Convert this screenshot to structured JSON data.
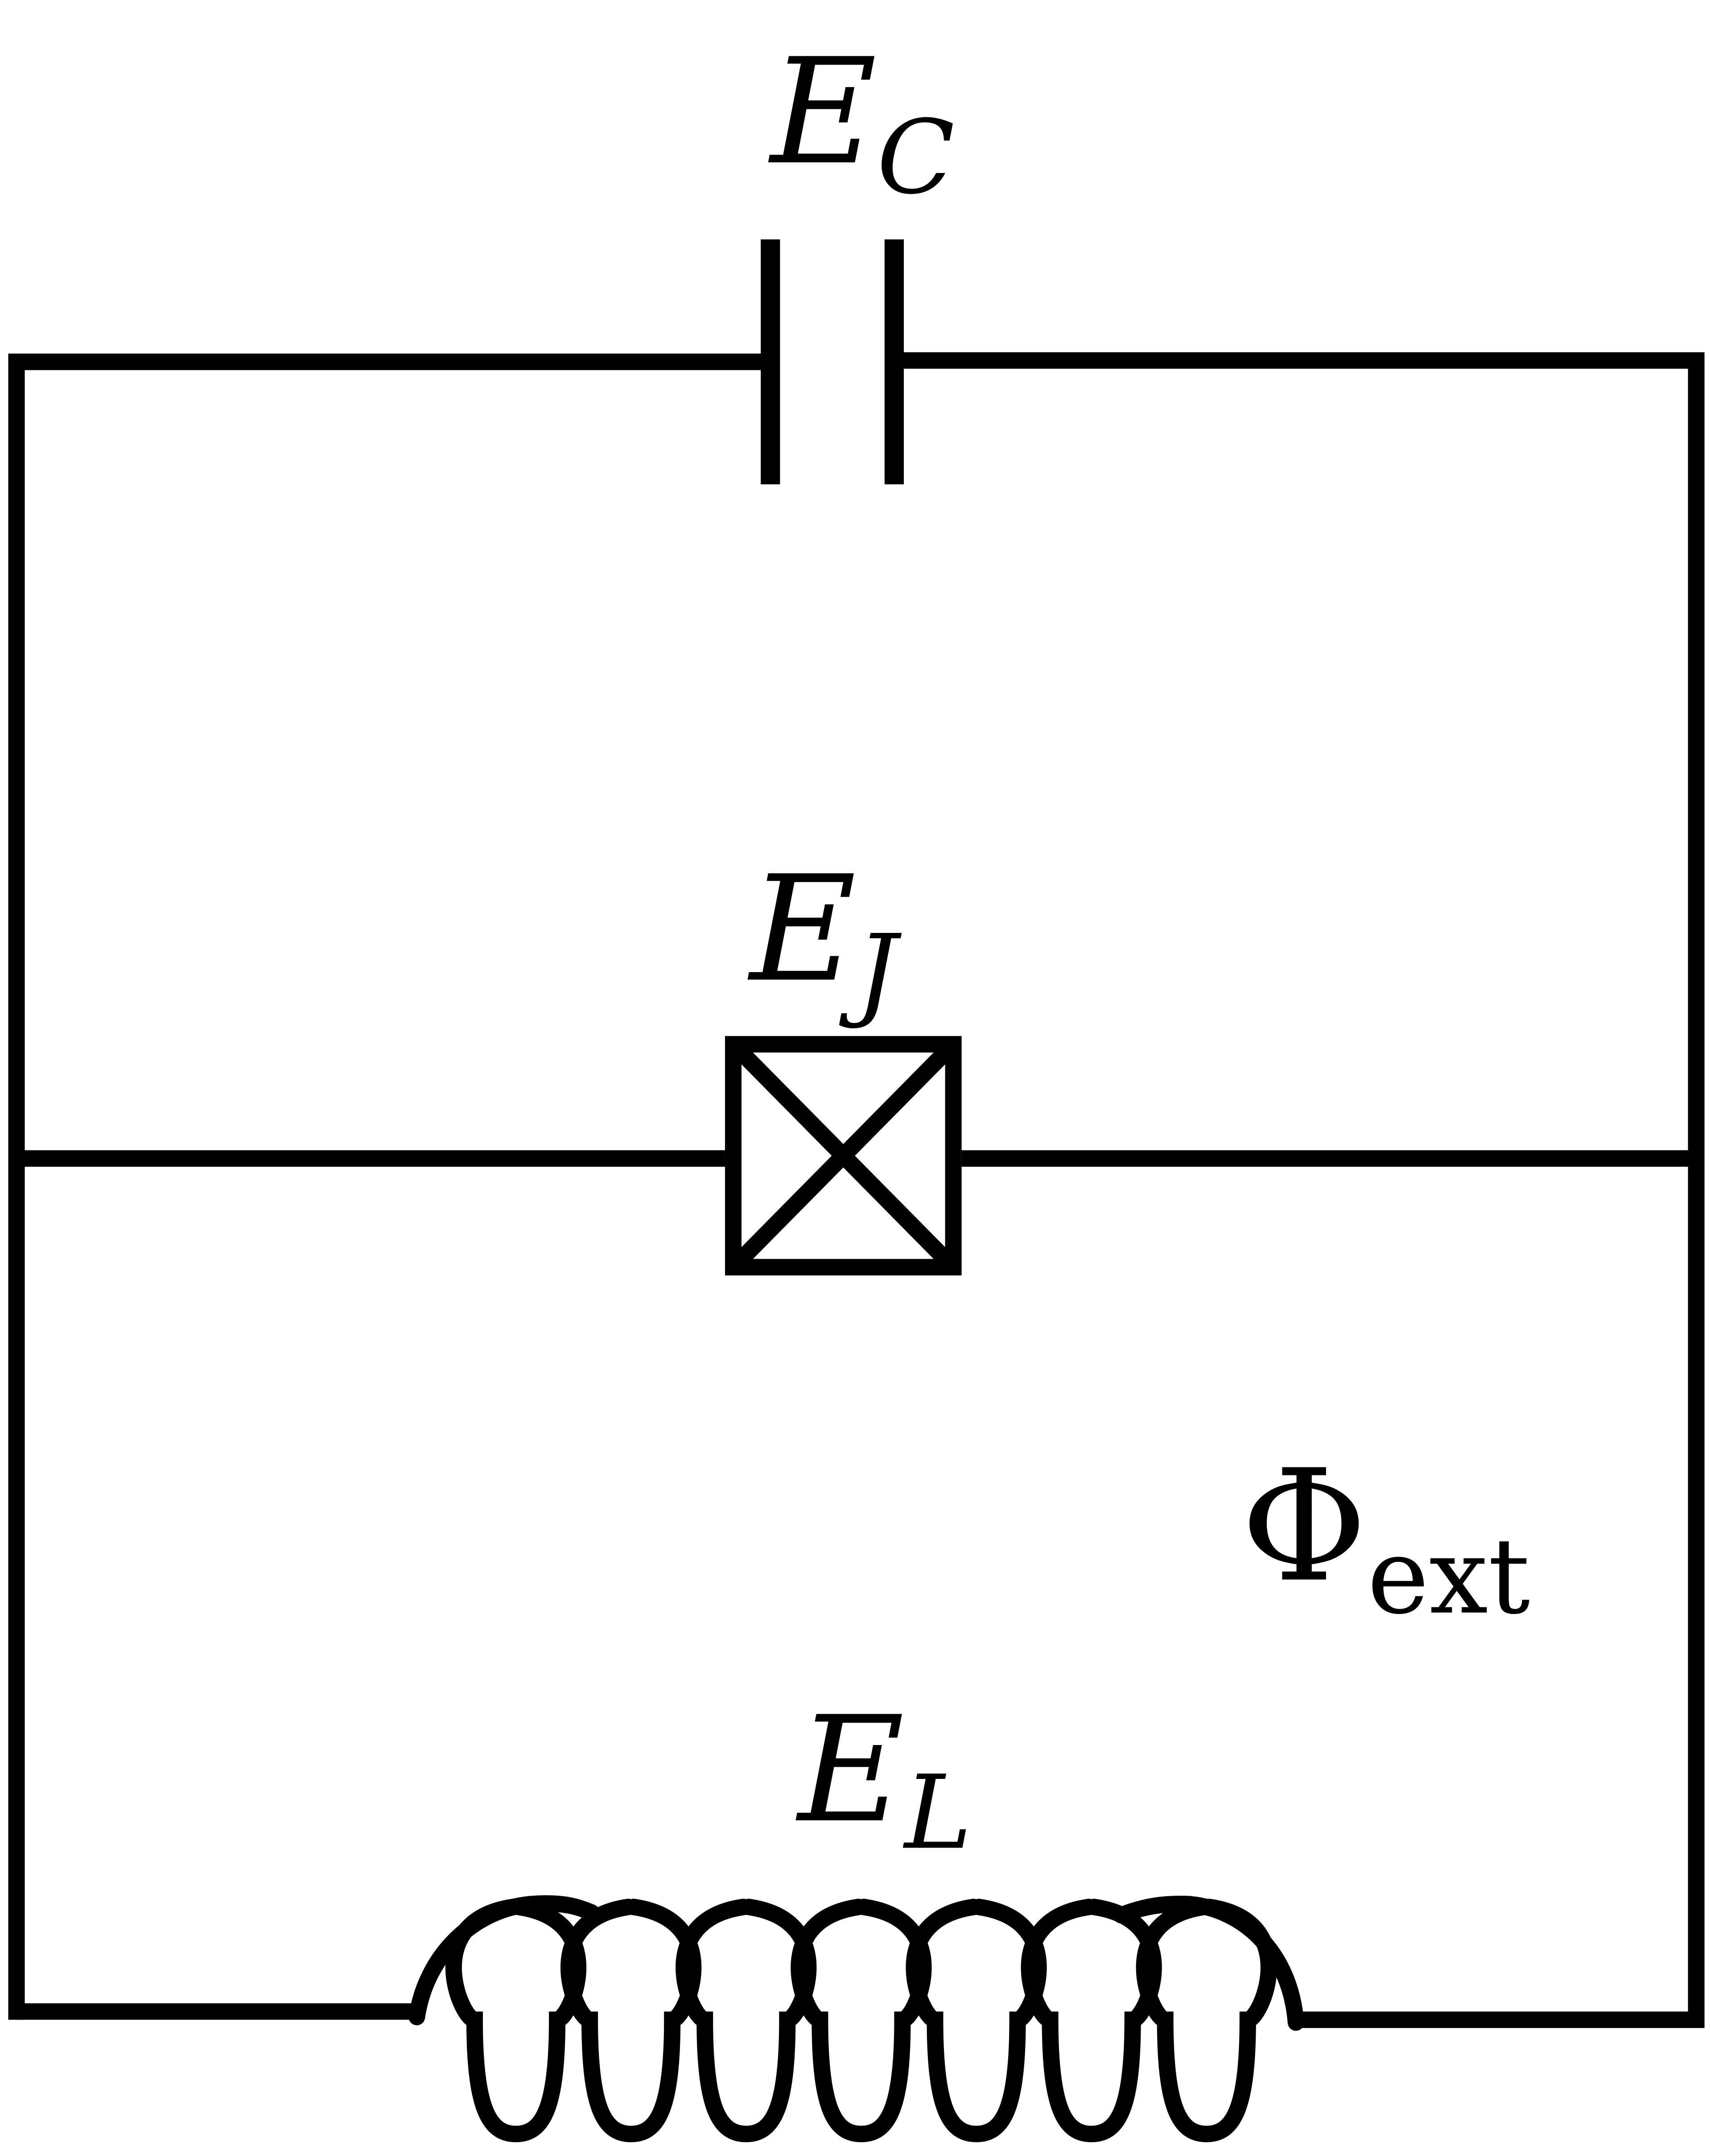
{
  "diagram": {
    "stroke_color": "#000000",
    "background_color": "#ffffff",
    "capacitor": {
      "symbol": "E",
      "subscript": "C"
    },
    "josephson_junction": {
      "symbol": "E",
      "subscript": "J"
    },
    "inductor": {
      "symbol": "E",
      "subscript": "L",
      "visible_turns": 7
    },
    "flux": {
      "symbol": "Φ",
      "subscript": "ext"
    }
  }
}
